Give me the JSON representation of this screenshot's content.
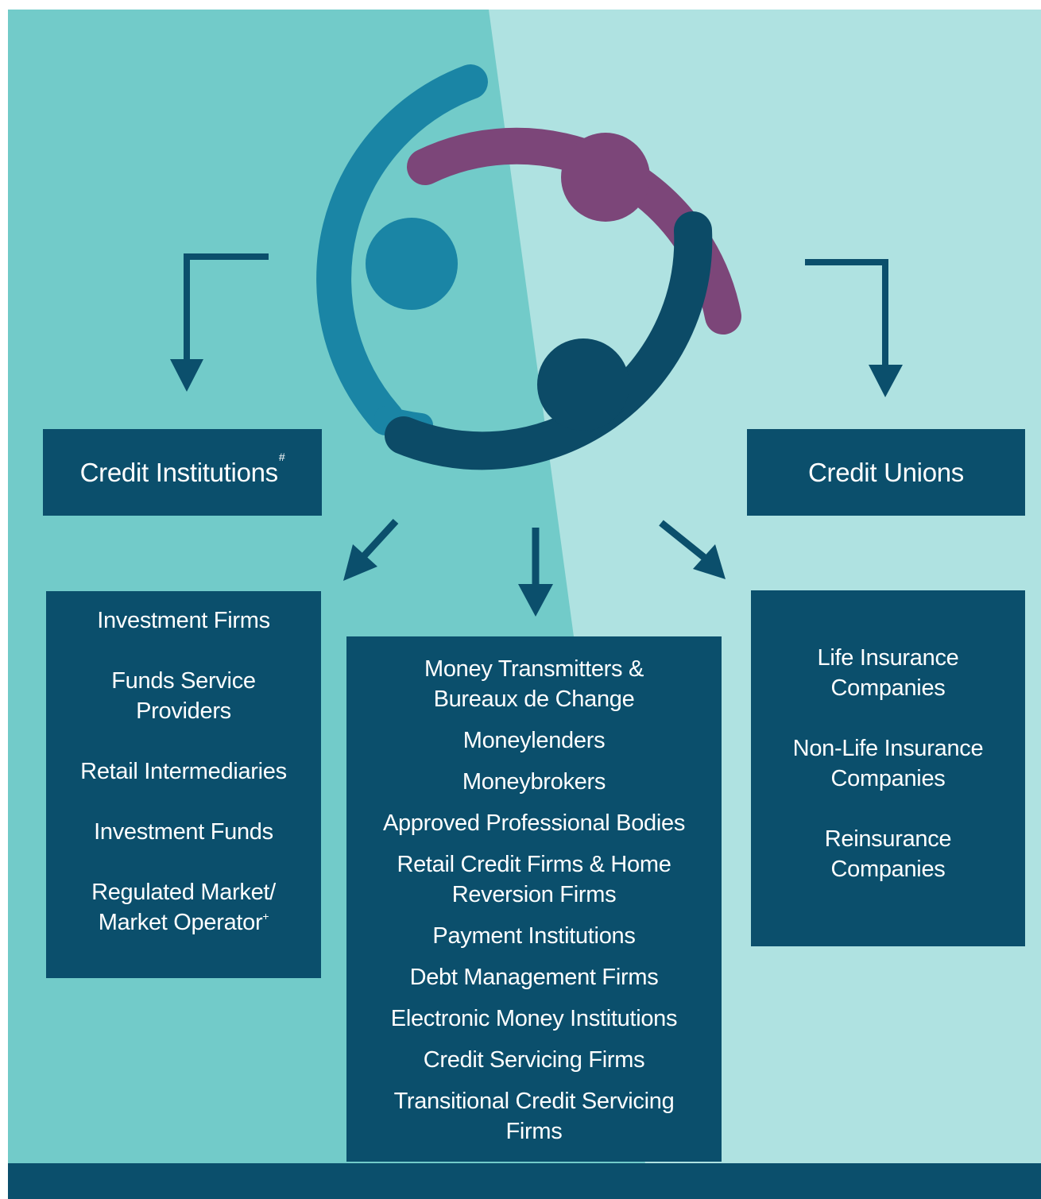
{
  "colors": {
    "bg_left": "#72cbc9",
    "bg_right": "#afe2e1",
    "box": "#0b4f6c",
    "arc_blue": "#1a85a5",
    "arc_purple": "#7c4679",
    "arc_navy": "#0c4b67",
    "text": "#ffffff"
  },
  "logo": {
    "name": "three-people-circle-logo"
  },
  "top_boxes": {
    "credit_institutions": {
      "label": "Credit Institutions",
      "mark": "#"
    },
    "credit_unions": {
      "label": "Credit Unions"
    }
  },
  "left_list": {
    "items": [
      {
        "lines": [
          "Investment Firms"
        ]
      },
      {
        "lines": [
          "Funds Service",
          "Providers"
        ]
      },
      {
        "lines": [
          "Retail Intermediaries"
        ]
      },
      {
        "lines": [
          "Investment Funds"
        ]
      },
      {
        "lines": [
          "Regulated Market/",
          "Market Operator"
        ],
        "mark": "+"
      }
    ]
  },
  "middle_list": {
    "items": [
      {
        "lines": [
          "Money Transmitters &",
          "Bureaux de Change"
        ]
      },
      {
        "lines": [
          "Moneylenders"
        ]
      },
      {
        "lines": [
          "Moneybrokers"
        ]
      },
      {
        "lines": [
          "Approved Professional Bodies"
        ]
      },
      {
        "lines": [
          "Retail Credit Firms & Home",
          "Reversion Firms"
        ]
      },
      {
        "lines": [
          "Payment Institutions"
        ]
      },
      {
        "lines": [
          "Debt Management Firms"
        ]
      },
      {
        "lines": [
          "Electronic Money Institutions"
        ]
      },
      {
        "lines": [
          "Credit Servicing Firms"
        ]
      },
      {
        "lines": [
          "Transitional Credit Servicing",
          "Firms"
        ]
      }
    ]
  },
  "right_list": {
    "items": [
      {
        "lines": [
          "Life Insurance",
          "Companies"
        ]
      },
      {
        "lines": [
          "Non-Life Insurance",
          "Companies"
        ]
      },
      {
        "lines": [
          "Reinsurance",
          "Companies"
        ]
      }
    ]
  }
}
